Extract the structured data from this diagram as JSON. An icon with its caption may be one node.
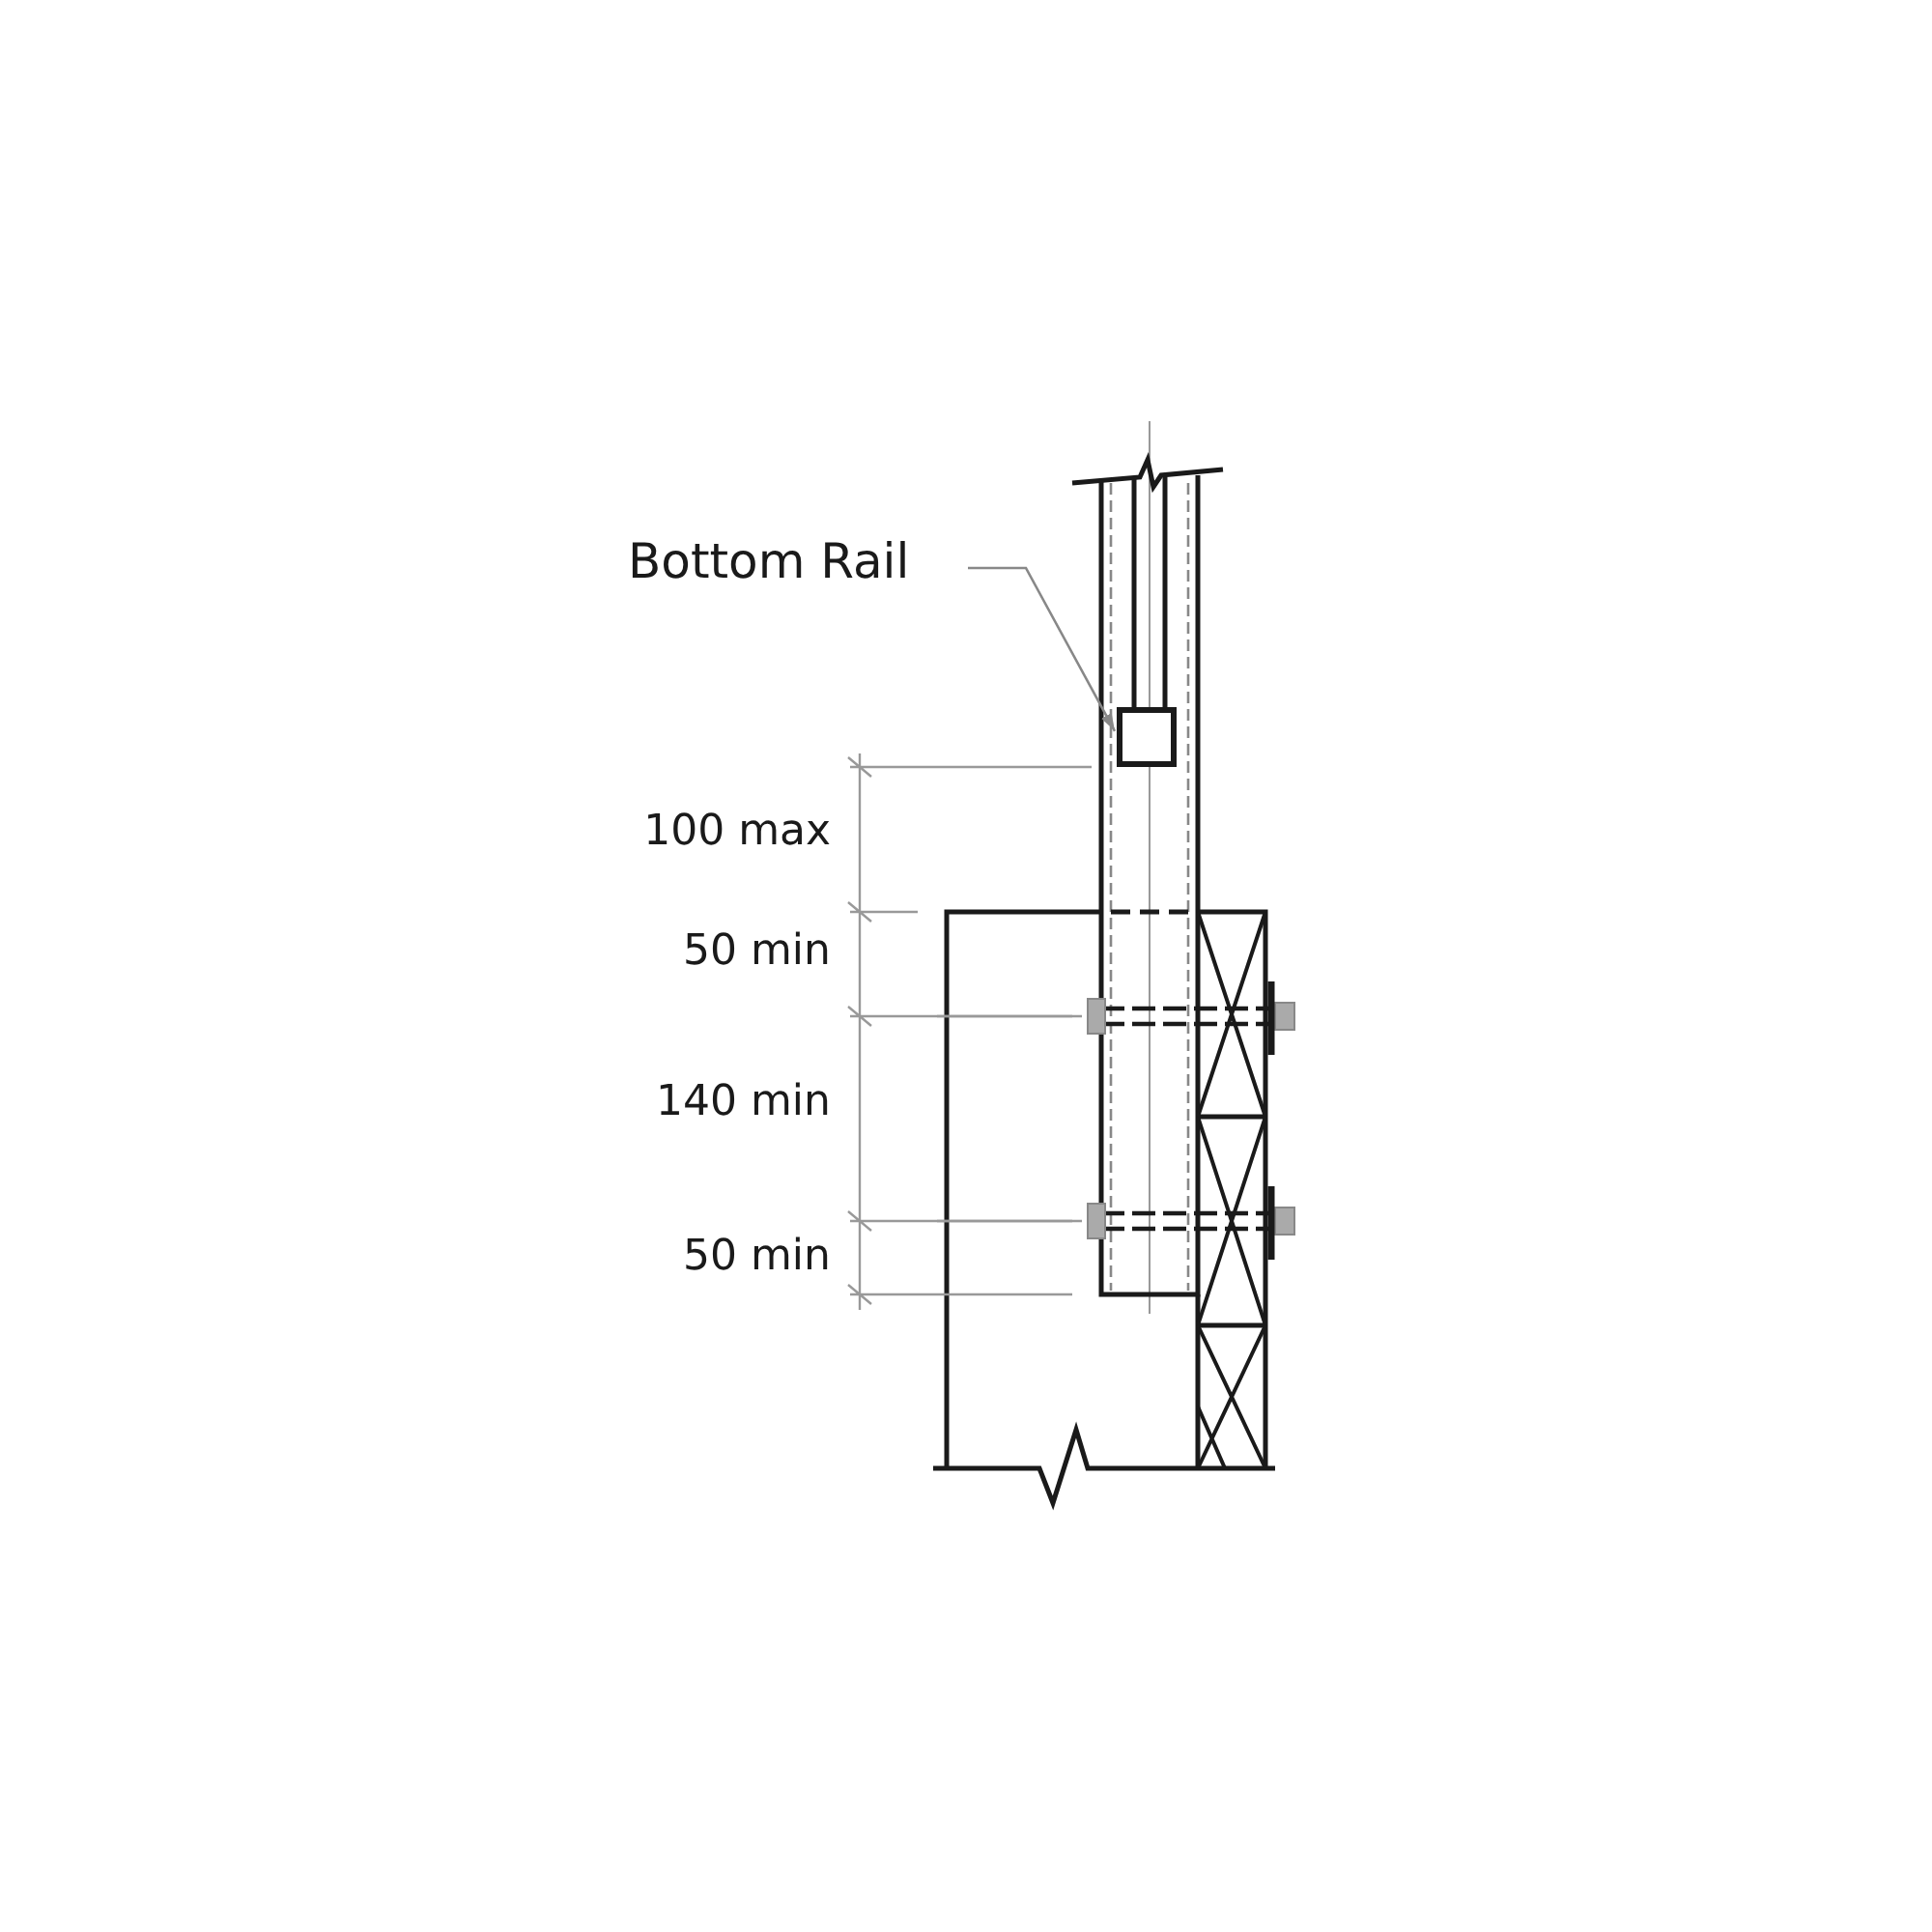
{
  "diagram": {
    "nodes": [
      {
        "text": [
          "Bottom Rail"
        ]
      },
      {
        "text": [],
        "shape": "box"
      }
    ],
    "edges": [
      {
        "from": 0,
        "to": 1,
        "arrow": "to"
      }
    ],
    "labels": [
      "100 max",
      "50 min",
      "140 min",
      "50 min"
    ]
  }
}
